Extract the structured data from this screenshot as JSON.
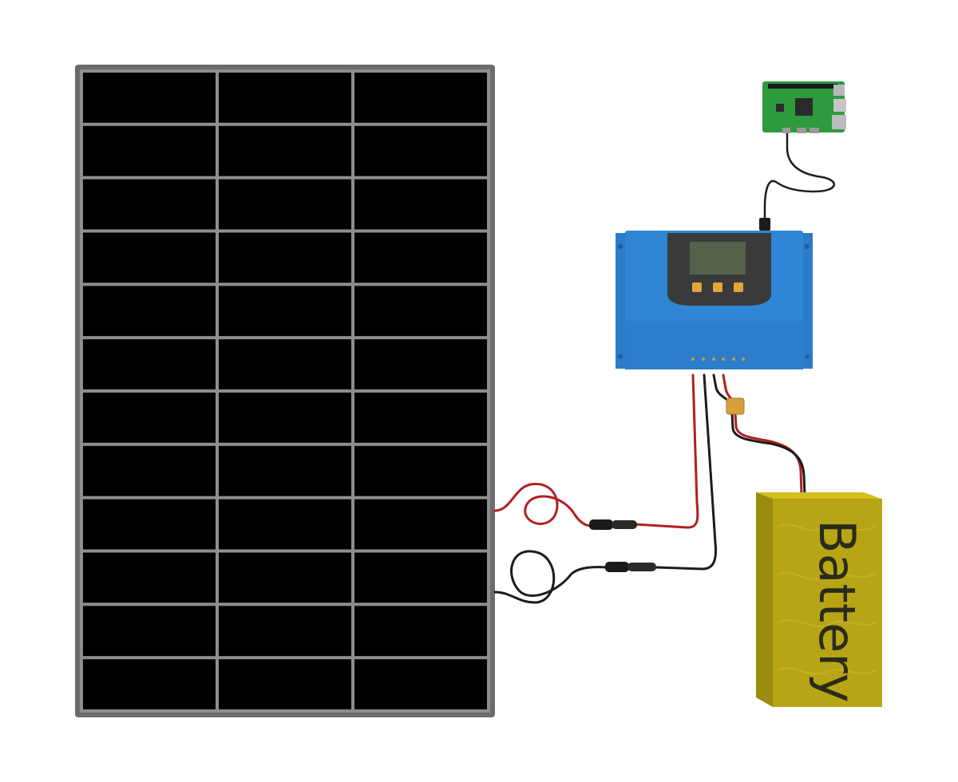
{
  "battery": {
    "label": "Battery",
    "body_color": "#b8a516",
    "top_color": "#d2c01e",
    "side_color": "#9b8c0f"
  },
  "solar_panel": {
    "columns": 3,
    "rows": 12,
    "cell_color": "#000000",
    "grid_color": "#8e8e8e",
    "frame_color": "#6b6b6b"
  },
  "charge_controller": {
    "body_color": "#2f86d6",
    "panel_color": "#3a3a3a",
    "display_color": "#55624a",
    "button_color": "#e3a63a",
    "button_count": 3,
    "terminal_count": 6
  },
  "microcontroller_board": {
    "pcb_color": "#2e9a3e"
  },
  "wires": {
    "positive_color": "#b0201e",
    "negative_color": "#1c1c1c"
  }
}
